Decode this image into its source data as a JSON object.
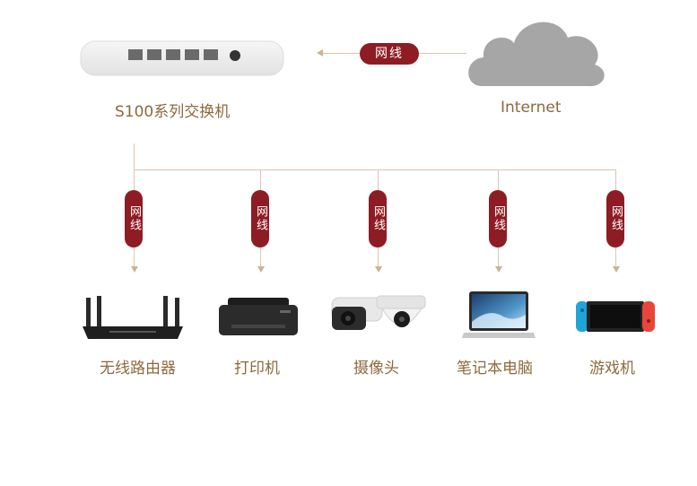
{
  "switch": {
    "label": "S100系列交换机"
  },
  "internet": {
    "label": "Internet"
  },
  "cable_label": "网线",
  "devices": [
    {
      "label": "无线路由器"
    },
    {
      "label": "打印机"
    },
    {
      "label": "摄像头"
    },
    {
      "label": "笔记本电脑"
    },
    {
      "label": "游戏机"
    }
  ],
  "colors": {
    "accent": "#8e1c24",
    "text": "#8c6a3c",
    "line": "#d9c7ae",
    "cloud": "#a6a6a6"
  }
}
